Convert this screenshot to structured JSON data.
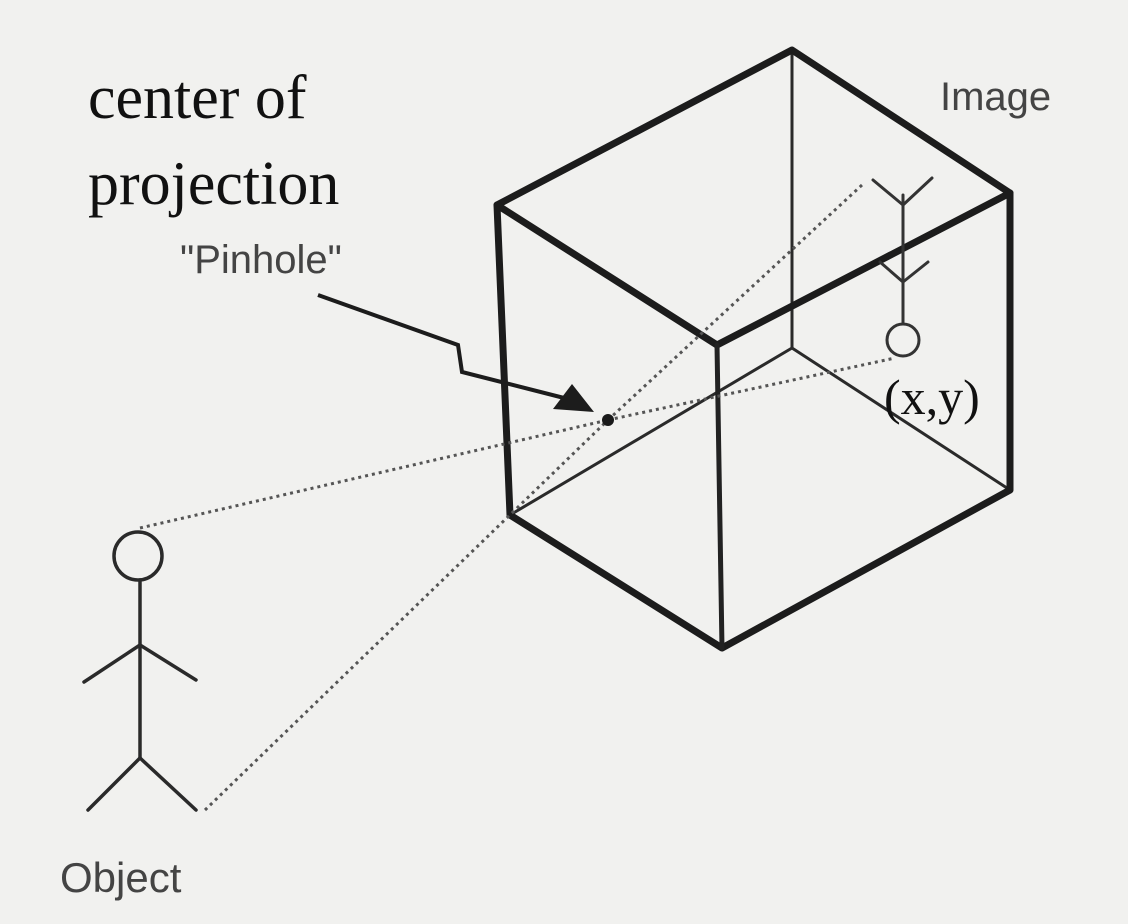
{
  "labels": {
    "center_of_projection_line1": "center of",
    "center_of_projection_line2": "projection",
    "pinhole": "\"Pinhole\"",
    "image": "Image",
    "image_point": "(x,y)",
    "object": "Object"
  },
  "colors": {
    "background": "#f1f1ef",
    "ink": "#1c1c1c",
    "label_gray": "#444444",
    "ray_gray": "#555555"
  }
}
